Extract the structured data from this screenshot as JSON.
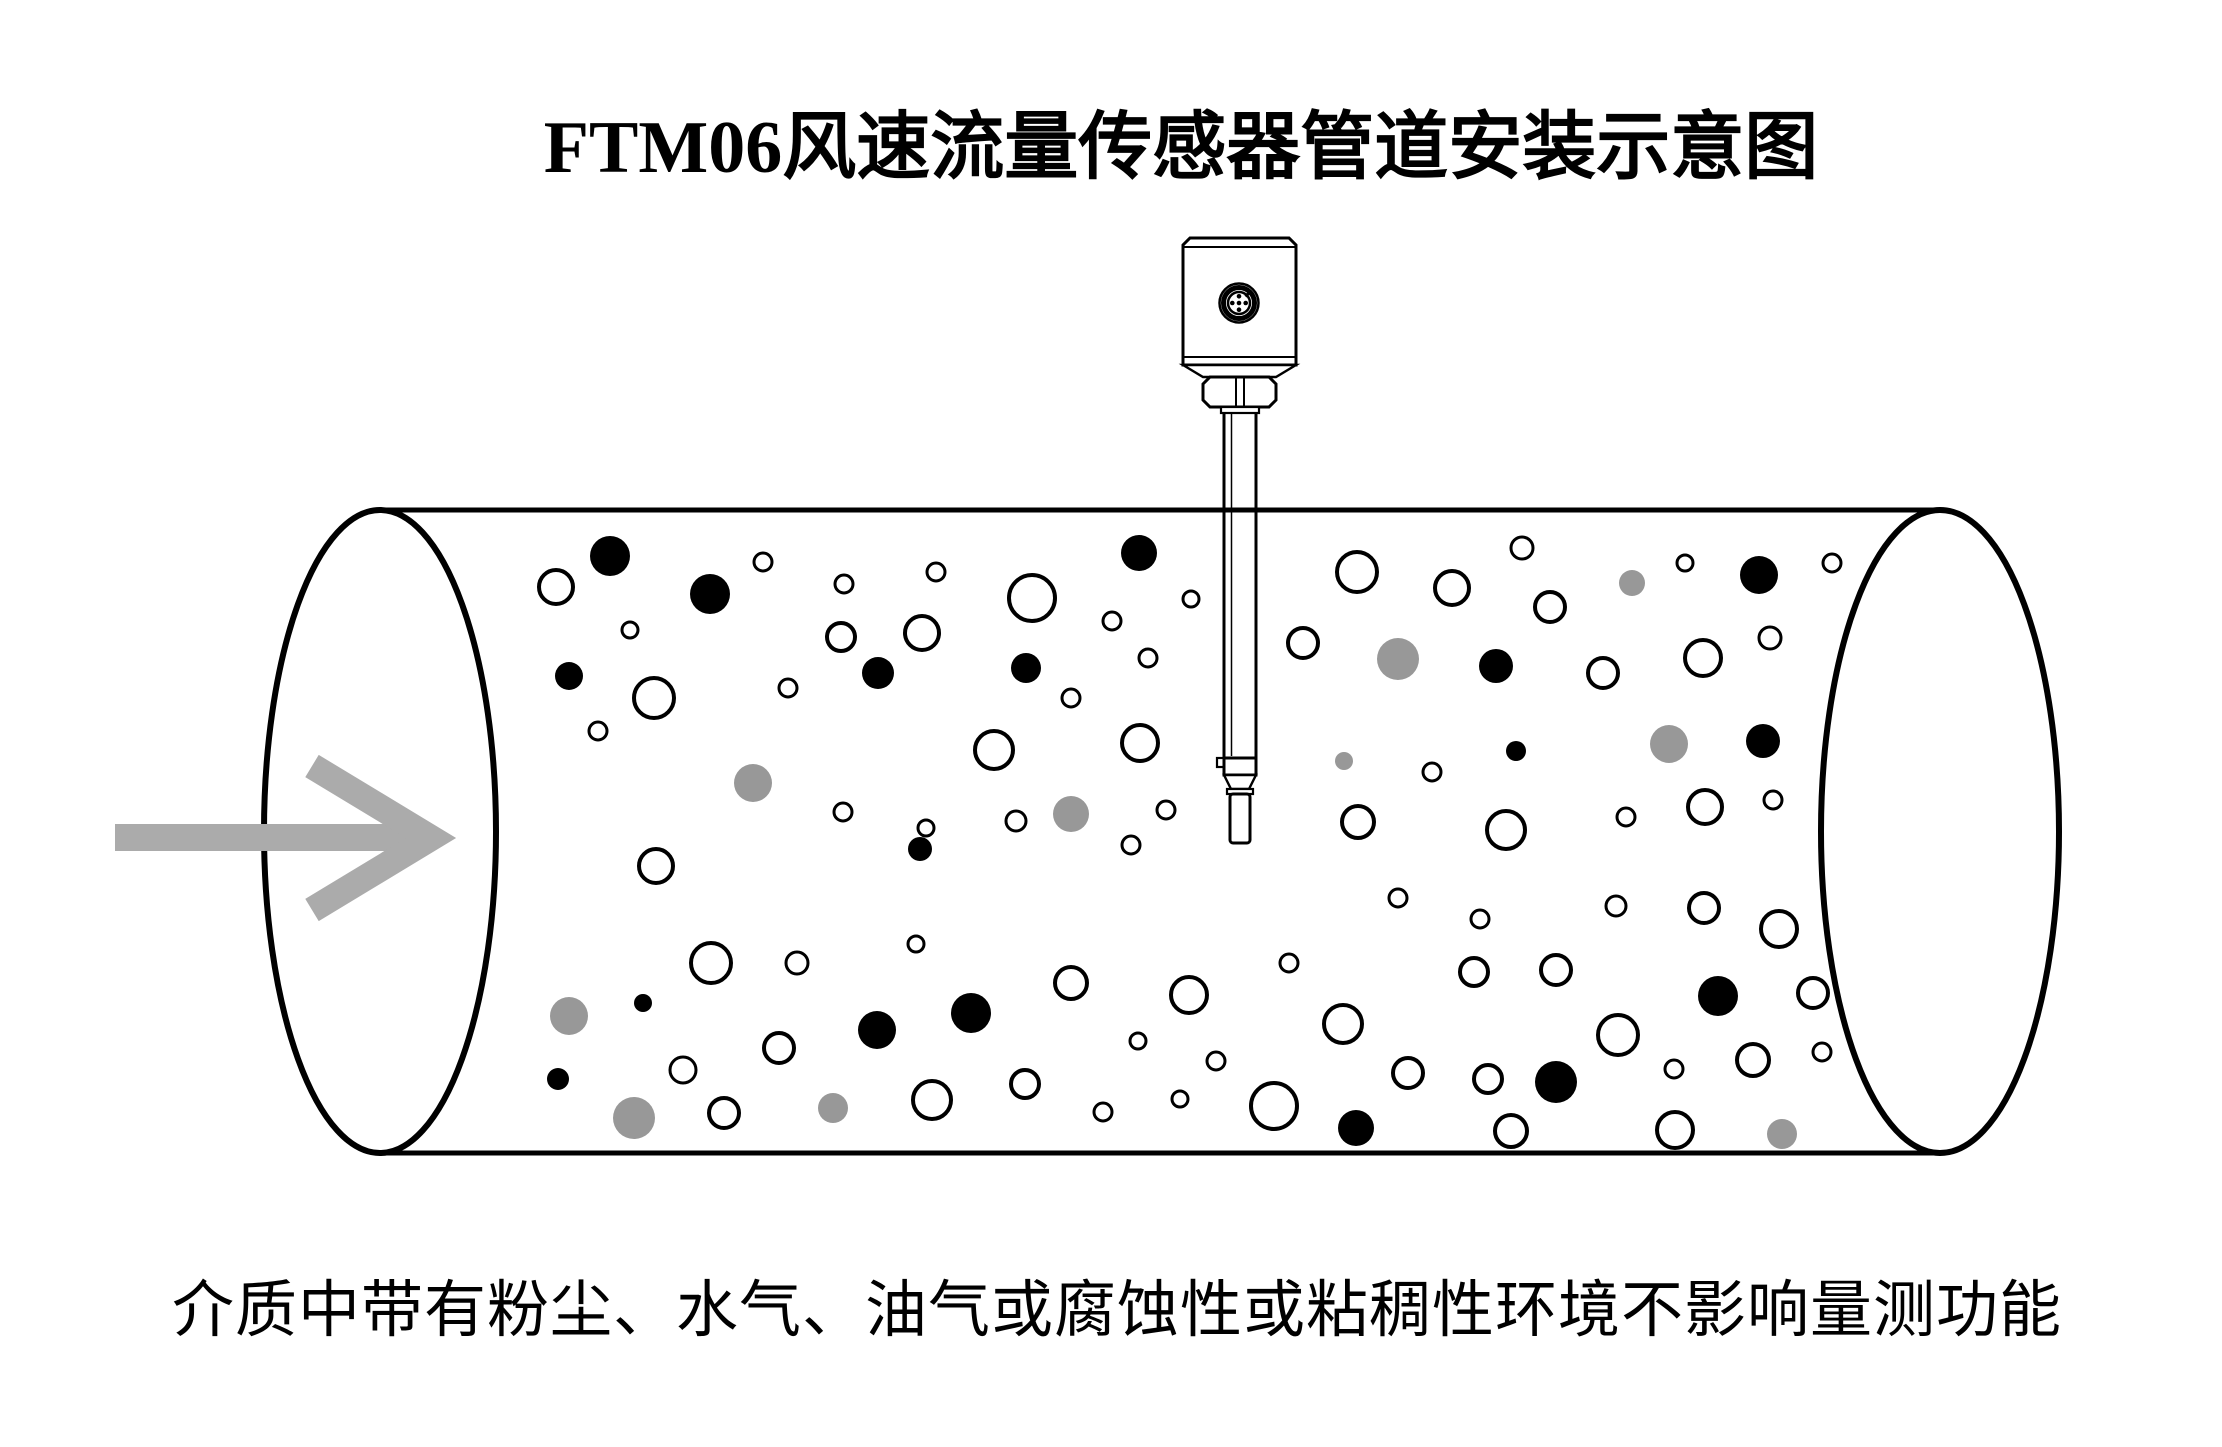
{
  "title": "FTM06风速流量传感器管道安装示意图",
  "caption": "介质中带有粉尘、水气、油气或腐蚀性或粘稠性环境不影响量测功能",
  "colors": {
    "background": "#ffffff",
    "line": "#000000",
    "arrow_gray": "#ababab",
    "particle_gray": "#989898",
    "particle_black": "#000000",
    "particle_white_fill": "#ffffff"
  },
  "diagram": {
    "type": "pipe-installation-schematic",
    "sensor_model": "FTM06",
    "flow_direction": "left-to-right",
    "particles": {
      "white": [
        [
          556,
          587,
          17
        ],
        [
          763,
          562,
          9
        ],
        [
          844,
          584,
          9
        ],
        [
          936,
          572,
          9
        ],
        [
          630,
          630,
          8
        ],
        [
          841,
          637,
          14
        ],
        [
          922,
          633,
          17
        ],
        [
          654,
          698,
          20
        ],
        [
          788,
          688,
          9
        ],
        [
          598,
          731,
          9
        ],
        [
          843,
          812,
          9
        ],
        [
          926,
          828,
          8
        ],
        [
          656,
          866,
          17
        ],
        [
          1032,
          598,
          23
        ],
        [
          1191,
          599,
          8
        ],
        [
          1112,
          621,
          9
        ],
        [
          1357,
          572,
          20
        ],
        [
          1148,
          658,
          9
        ],
        [
          1303,
          643,
          15
        ],
        [
          1071,
          698,
          9
        ],
        [
          994,
          750,
          19
        ],
        [
          1140,
          743,
          18
        ],
        [
          1016,
          821,
          10
        ],
        [
          1166,
          810,
          9
        ],
        [
          1131,
          845,
          9
        ],
        [
          1358,
          822,
          16
        ],
        [
          711,
          963,
          20
        ],
        [
          797,
          963,
          11
        ],
        [
          916,
          944,
          8
        ],
        [
          683,
          1070,
          13
        ],
        [
          779,
          1048,
          15
        ],
        [
          724,
          1113,
          15
        ],
        [
          932,
          1100,
          19
        ],
        [
          1522,
          548,
          11
        ],
        [
          1452,
          588,
          17
        ],
        [
          1550,
          607,
          15
        ],
        [
          1685,
          563,
          8
        ],
        [
          1832,
          563,
          9
        ],
        [
          1770,
          638,
          11
        ],
        [
          1603,
          673,
          15
        ],
        [
          1703,
          658,
          18
        ],
        [
          1432,
          772,
          9
        ],
        [
          1705,
          807,
          17
        ],
        [
          1626,
          817,
          9
        ],
        [
          1773,
          800,
          9
        ],
        [
          1506,
          830,
          19
        ],
        [
          1398,
          898,
          9
        ],
        [
          1071,
          983,
          16
        ],
        [
          1189,
          995,
          18
        ],
        [
          1289,
          963,
          9
        ],
        [
          1343,
          1024,
          19
        ],
        [
          1138,
          1041,
          8
        ],
        [
          1216,
          1061,
          9
        ],
        [
          1025,
          1084,
          14
        ],
        [
          1408,
          1073,
          15
        ],
        [
          1180,
          1099,
          8
        ],
        [
          1103,
          1112,
          9
        ],
        [
          1274,
          1106,
          23
        ],
        [
          1480,
          919,
          9
        ],
        [
          1616,
          906,
          10
        ],
        [
          1704,
          908,
          15
        ],
        [
          1779,
          929,
          18
        ],
        [
          1474,
          972,
          14
        ],
        [
          1556,
          970,
          15
        ],
        [
          1813,
          993,
          15
        ],
        [
          1618,
          1035,
          20
        ],
        [
          1822,
          1052,
          9
        ],
        [
          1753,
          1060,
          16
        ],
        [
          1674,
          1069,
          9
        ],
        [
          1488,
          1079,
          14
        ],
        [
          1511,
          1131,
          16
        ],
        [
          1675,
          1130,
          18
        ]
      ],
      "gray": [
        [
          753,
          783,
          19
        ],
        [
          1398,
          659,
          21
        ],
        [
          1344,
          761,
          9
        ],
        [
          1071,
          814,
          18
        ],
        [
          1632,
          583,
          13
        ],
        [
          1669,
          744,
          19
        ],
        [
          569,
          1016,
          19
        ],
        [
          634,
          1118,
          21
        ],
        [
          833,
          1108,
          15
        ],
        [
          1782,
          1134,
          15
        ]
      ],
      "black": [
        [
          610,
          556,
          20
        ],
        [
          710,
          594,
          20
        ],
        [
          569,
          676,
          14
        ],
        [
          878,
          673,
          16
        ],
        [
          1139,
          553,
          18
        ],
        [
          1026,
          668,
          15
        ],
        [
          1759,
          575,
          19
        ],
        [
          1496,
          666,
          17
        ],
        [
          1516,
          751,
          10
        ],
        [
          1763,
          741,
          17
        ],
        [
          643,
          1003,
          9
        ],
        [
          877,
          1030,
          19
        ],
        [
          558,
          1079,
          11
        ],
        [
          920,
          849,
          12
        ],
        [
          971,
          1013,
          20
        ],
        [
          1356,
          1128,
          18
        ],
        [
          1718,
          996,
          20
        ],
        [
          1556,
          1082,
          21
        ]
      ]
    }
  }
}
